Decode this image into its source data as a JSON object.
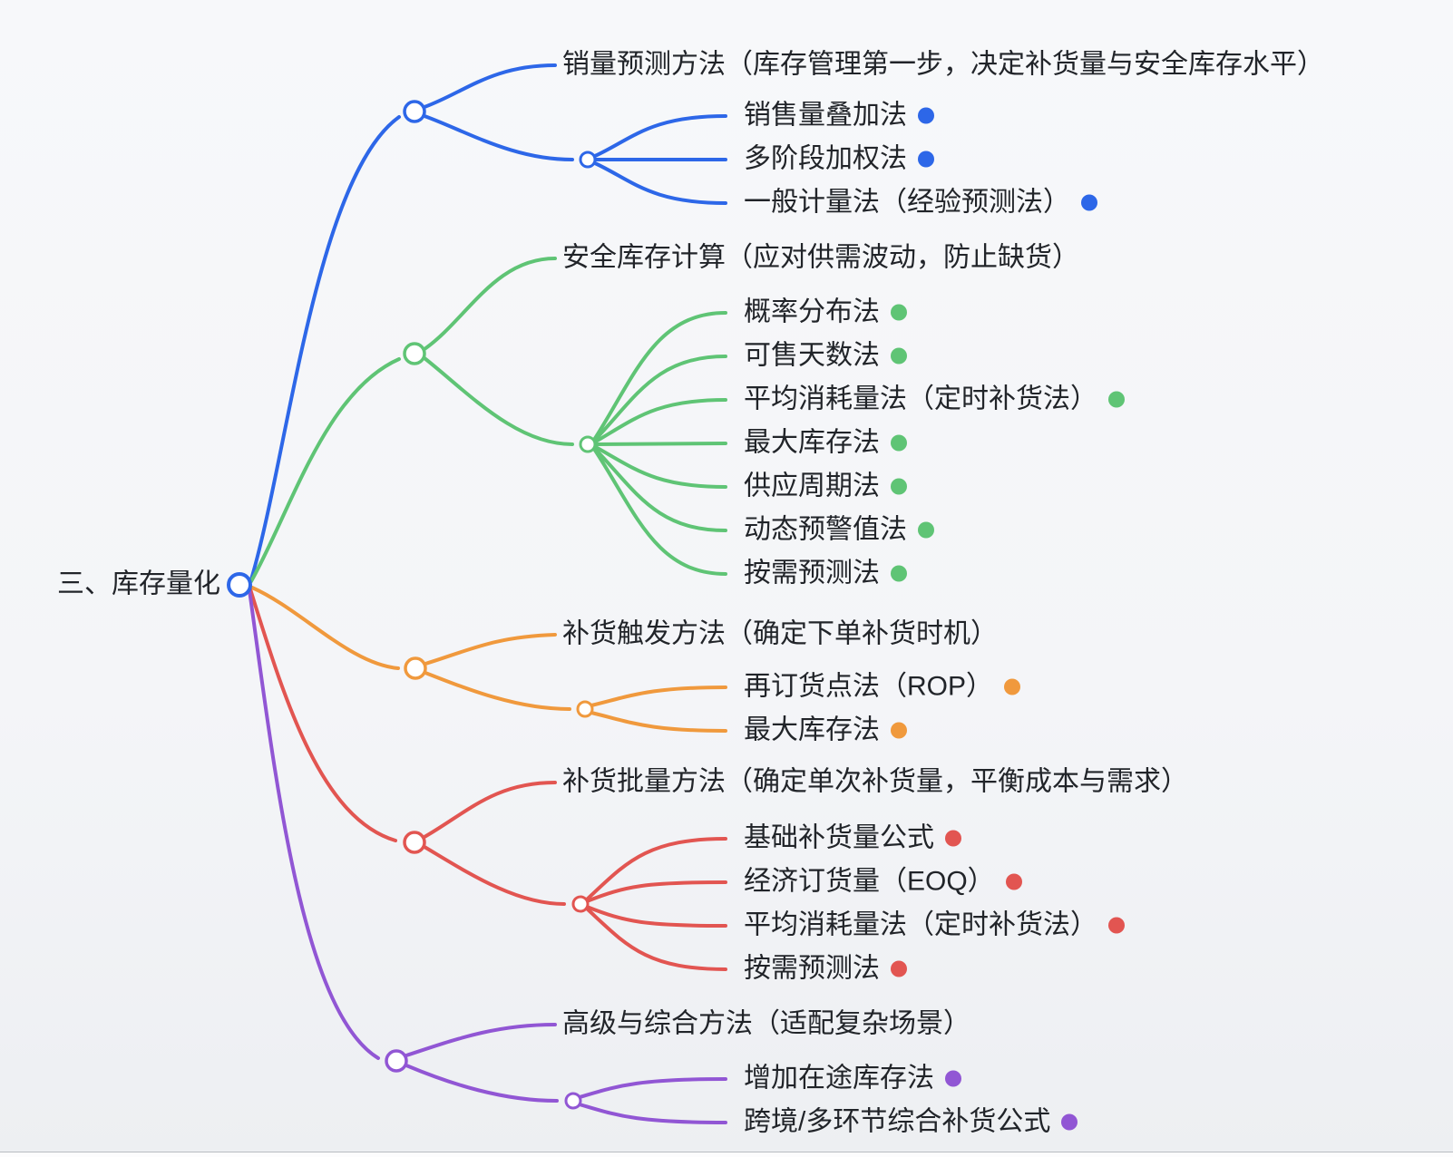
{
  "root": {
    "label": "三、库存量化"
  },
  "branches": [
    {
      "color": "#2d67e8",
      "label": "销量预测方法（库存管理第一步，决定补货量与安全库存水平）",
      "children": [
        {
          "label": "销售量叠加法"
        },
        {
          "label": "多阶段加权法"
        },
        {
          "label": "一般计量法（经验预测法）"
        }
      ]
    },
    {
      "color": "#5fc475",
      "label": "安全库存计算（应对供需波动，防止缺货）",
      "children": [
        {
          "label": "概率分布法"
        },
        {
          "label": "可售天数法"
        },
        {
          "label": "平均消耗量法（定时补货法）"
        },
        {
          "label": "最大库存法"
        },
        {
          "label": "供应周期法"
        },
        {
          "label": "动态预警值法"
        },
        {
          "label": "按需预测法"
        }
      ]
    },
    {
      "color": "#f0993d",
      "label": "补货触发方法（确定下单补货时机）",
      "children": [
        {
          "label": "再订货点法（ROP）"
        },
        {
          "label": "最大库存法"
        }
      ]
    },
    {
      "color": "#e25551",
      "label": "补货批量方法（确定单次补货量，平衡成本与需求）",
      "children": [
        {
          "label": "基础补货量公式"
        },
        {
          "label": "经济订货量（EOQ）"
        },
        {
          "label": "平均消耗量法（定时补货法）"
        },
        {
          "label": "按需预测法"
        }
      ]
    },
    {
      "color": "#9156d4",
      "label": "高级与综合方法（适配复杂场景）",
      "children": [
        {
          "label": "增加在途库存法"
        },
        {
          "label": "跨境/多环节综合补货公式"
        }
      ]
    }
  ]
}
